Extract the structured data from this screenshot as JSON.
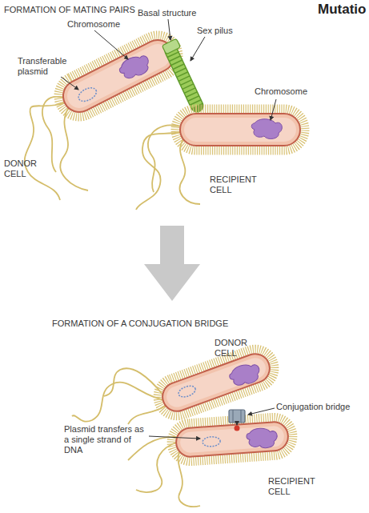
{
  "diagram": {
    "labels": [
      "FORMATION OF MATING PAIRS",
      "Mutatio",
      "Basal structure",
      "Chromosome",
      "Sex pilus",
      "Transferable plasmid",
      "Chromosome",
      "DONOR CELL",
      "RECIPIENT CELL",
      "FORMATION OF A CONJUGATION BRIDGE",
      "DONOR CELL",
      "Conjugation bridge",
      "Plasmid transfers as a single strand of DNA",
      "RECIPIENT CELL"
    ]
  }
}
